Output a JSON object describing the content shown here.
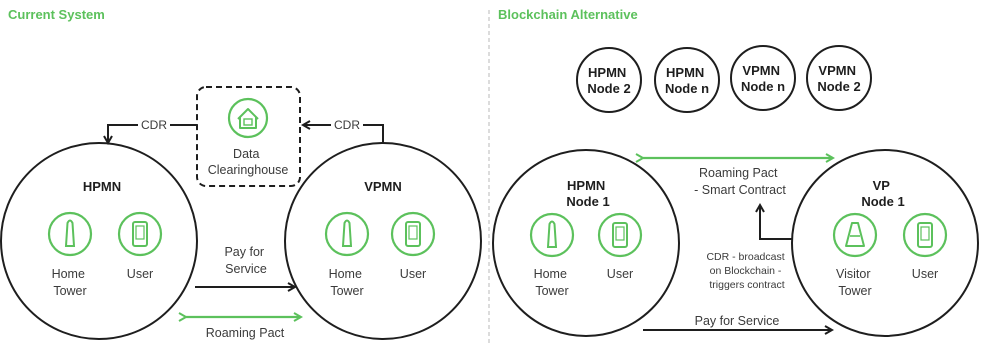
{
  "colors": {
    "accent": "#5cc15c",
    "ink": "#1e1e1e",
    "muted": "#3b3b3b",
    "divider": "#c4c4c4"
  },
  "current": {
    "title": "Current System",
    "hpmn": {
      "label": "HPMN",
      "tower_label": [
        "Home",
        "Tower"
      ],
      "user_label": "User"
    },
    "vpmn": {
      "label": "VPMN",
      "tower_label": [
        "Home",
        "Tower"
      ],
      "user_label": "User"
    },
    "clearinghouse": {
      "label": [
        "Data",
        "Clearinghouse"
      ],
      "icon": "house-icon"
    },
    "cdr_left": "CDR",
    "cdr_right": "CDR",
    "pay_for_service": [
      "Pay for",
      "Service"
    ],
    "roaming_pact": "Roaming Pact"
  },
  "blockchain": {
    "title": "Blockchain Alternative",
    "nodes": [
      [
        "HPMN",
        "Node 2"
      ],
      [
        "HPMN",
        "Node n"
      ],
      [
        "VPMN",
        "Node n"
      ],
      [
        "VPMN",
        "Node 2"
      ]
    ],
    "hpmn_node": {
      "label": [
        "HPMN",
        "Node 1"
      ],
      "tower_label": [
        "Home",
        "Tower"
      ],
      "user_label": "User"
    },
    "vp_node": {
      "label": [
        "VP",
        "Node 1"
      ],
      "tower_label": [
        "Visitor",
        "Tower"
      ],
      "user_label": "User"
    },
    "roaming_pact": [
      "Roaming Pact",
      "- Smart Contract"
    ],
    "cdr_broadcast": [
      "CDR - broadcast",
      "on Blockchain -",
      "triggers contract"
    ],
    "pay_for_service": "Pay for Service"
  }
}
